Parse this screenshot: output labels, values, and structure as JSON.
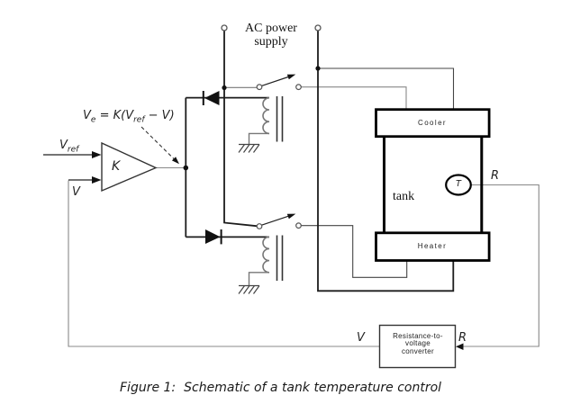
{
  "figure": {
    "ac_supply": {
      "line1": "AC power",
      "line2": "supply"
    },
    "amplifier": {
      "gain_label": "K",
      "vref_base": "V",
      "vref_sub": "ref",
      "v_input_label": "V"
    },
    "formula": {
      "p1": "V",
      "p1_sub": "e",
      "p2": " = K(V",
      "p2_sub": "ref",
      "p3": " − V)"
    },
    "tank": {
      "name": "tank",
      "cooler_label": "Cooler",
      "heater_label": "Heater",
      "sensor_label": "T",
      "sensor_output_label": "R"
    },
    "converter": {
      "line1": "Resistance-to-",
      "line2": "voltage",
      "line3": "converter",
      "input_label": "R",
      "output_label": "V"
    },
    "caption": {
      "prefix": "Figure 1:",
      "text": "Schematic of a tank temperature control"
    },
    "colors": {
      "background": "#ffffff",
      "wire_dark": "#1c1c1c",
      "wire_gray": "#888888",
      "component_black": "#000000",
      "text": "#1f1f1f"
    }
  }
}
